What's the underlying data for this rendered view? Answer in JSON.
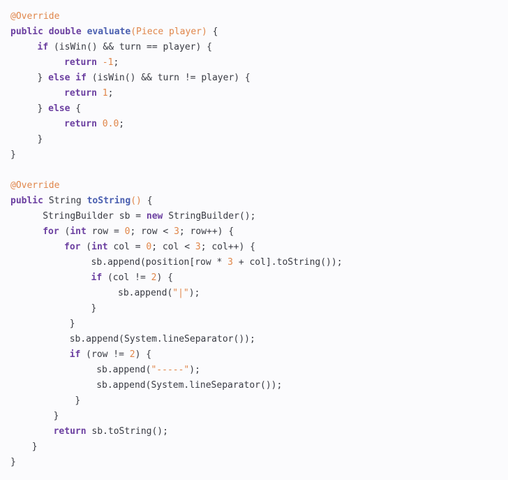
{
  "code": {
    "lines": [
      {
        "indent": 0,
        "tokens": [
          {
            "t": "@Override",
            "k": "ann"
          }
        ]
      },
      {
        "indent": 0,
        "tokens": [
          {
            "t": "public",
            "k": "kw"
          },
          {
            "t": " "
          },
          {
            "t": "double",
            "k": "kw"
          },
          {
            "t": " "
          },
          {
            "t": "evaluate",
            "k": "fn"
          },
          {
            "t": "(",
            "k": "param"
          },
          {
            "t": "Piece player",
            "k": "param"
          },
          {
            "t": ")",
            "k": "param"
          },
          {
            "t": " {"
          }
        ]
      },
      {
        "indent": 1,
        "tokens": [
          {
            "t": "if",
            "k": "kw"
          },
          {
            "t": " (isWin() && turn == player) {"
          }
        ]
      },
      {
        "indent": 2,
        "tokens": [
          {
            "t": "return",
            "k": "kw"
          },
          {
            "t": " "
          },
          {
            "t": "-1",
            "k": "num"
          },
          {
            "t": ";"
          }
        ]
      },
      {
        "indent": 1,
        "tokens": [
          {
            "t": "} "
          },
          {
            "t": "else",
            "k": "kw"
          },
          {
            "t": " "
          },
          {
            "t": "if",
            "k": "kw"
          },
          {
            "t": " (isWin() && turn != player) {"
          }
        ]
      },
      {
        "indent": 2,
        "tokens": [
          {
            "t": "return",
            "k": "kw"
          },
          {
            "t": " "
          },
          {
            "t": "1",
            "k": "num"
          },
          {
            "t": ";"
          }
        ]
      },
      {
        "indent": 1,
        "tokens": [
          {
            "t": "} "
          },
          {
            "t": "else",
            "k": "kw"
          },
          {
            "t": " {"
          }
        ]
      },
      {
        "indent": 2,
        "tokens": [
          {
            "t": "return",
            "k": "kw"
          },
          {
            "t": " "
          },
          {
            "t": "0.0",
            "k": "num"
          },
          {
            "t": ";"
          }
        ]
      },
      {
        "indent": 1,
        "tokens": [
          {
            "t": "}"
          }
        ]
      },
      {
        "indent": 0,
        "tokens": [
          {
            "t": "}"
          }
        ]
      },
      {
        "indent": 0,
        "tokens": []
      },
      {
        "indent": 0,
        "tokens": [
          {
            "t": "@Override",
            "k": "ann"
          }
        ]
      },
      {
        "indent": 0,
        "tokens": [
          {
            "t": "public",
            "k": "kw"
          },
          {
            "t": " String "
          },
          {
            "t": "toString",
            "k": "fn"
          },
          {
            "t": "()",
            "k": "param"
          },
          {
            "t": " {"
          }
        ]
      },
      {
        "indent": 1.2,
        "tokens": [
          {
            "t": "StringBuilder sb = "
          },
          {
            "t": "new",
            "k": "kw"
          },
          {
            "t": " StringBuilder();"
          }
        ]
      },
      {
        "indent": 1.2,
        "tokens": [
          {
            "t": "for",
            "k": "kw"
          },
          {
            "t": " ("
          },
          {
            "t": "int",
            "k": "kw"
          },
          {
            "t": " row = "
          },
          {
            "t": "0",
            "k": "num"
          },
          {
            "t": "; row < "
          },
          {
            "t": "3",
            "k": "num"
          },
          {
            "t": "; row++) {"
          }
        ]
      },
      {
        "indent": 2,
        "tokens": [
          {
            "t": "for",
            "k": "kw"
          },
          {
            "t": " ("
          },
          {
            "t": "int",
            "k": "kw"
          },
          {
            "t": " col = "
          },
          {
            "t": "0",
            "k": "num"
          },
          {
            "t": "; col < "
          },
          {
            "t": "3",
            "k": "num"
          },
          {
            "t": "; col++) {"
          }
        ]
      },
      {
        "indent": 3,
        "tokens": [
          {
            "t": "sb.append(position[row * "
          },
          {
            "t": "3",
            "k": "num"
          },
          {
            "t": " + col].toString());"
          }
        ]
      },
      {
        "indent": 3,
        "tokens": [
          {
            "t": "if",
            "k": "kw"
          },
          {
            "t": " (col != "
          },
          {
            "t": "2",
            "k": "num"
          },
          {
            "t": ") {"
          }
        ]
      },
      {
        "indent": 4,
        "tokens": [
          {
            "t": "sb.append("
          },
          {
            "t": "\"|\"",
            "k": "str"
          },
          {
            "t": ");"
          }
        ]
      },
      {
        "indent": 3,
        "tokens": [
          {
            "t": "}"
          }
        ]
      },
      {
        "indent": 2.2,
        "tokens": [
          {
            "t": "}"
          }
        ]
      },
      {
        "indent": 2.2,
        "tokens": [
          {
            "t": "sb.append(System.lineSeparator());"
          }
        ]
      },
      {
        "indent": 2.2,
        "tokens": [
          {
            "t": "if",
            "k": "kw"
          },
          {
            "t": " (row != "
          },
          {
            "t": "2",
            "k": "num"
          },
          {
            "t": ") {"
          }
        ]
      },
      {
        "indent": 3.2,
        "tokens": [
          {
            "t": "sb.append("
          },
          {
            "t": "\"-----\"",
            "k": "str"
          },
          {
            "t": ");"
          }
        ]
      },
      {
        "indent": 3.2,
        "tokens": [
          {
            "t": "sb.append(System.lineSeparator());"
          }
        ]
      },
      {
        "indent": 2.4,
        "tokens": [
          {
            "t": "}"
          }
        ]
      },
      {
        "indent": 1.6,
        "tokens": [
          {
            "t": "}"
          }
        ]
      },
      {
        "indent": 1.6,
        "tokens": [
          {
            "t": "return",
            "k": "kw"
          },
          {
            "t": " sb.toString();"
          }
        ]
      },
      {
        "indent": 0.8,
        "tokens": [
          {
            "t": "}"
          }
        ]
      },
      {
        "indent": 0,
        "tokens": [
          {
            "t": "}"
          }
        ]
      }
    ]
  }
}
